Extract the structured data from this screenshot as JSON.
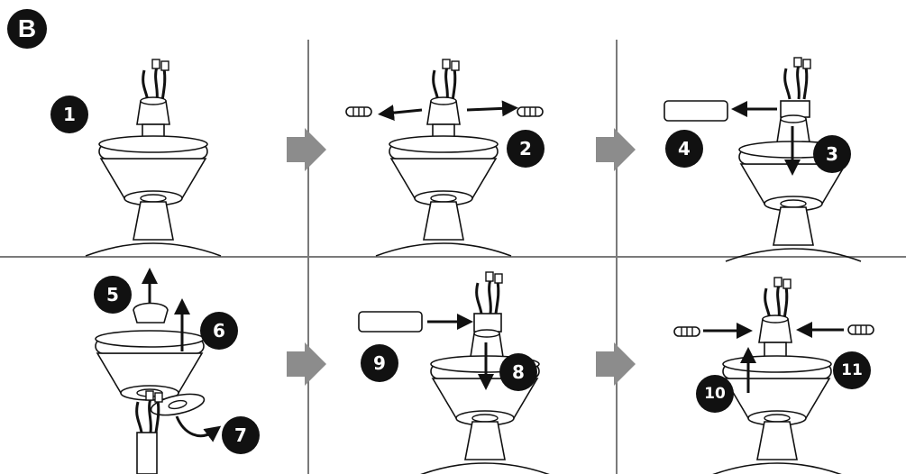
{
  "section": {
    "label": "B"
  },
  "steps": {
    "s1": "1",
    "s2": "2",
    "s3": "3",
    "s4": "4",
    "s5": "5",
    "s6": "6",
    "s7": "7",
    "s8": "8",
    "s9": "9",
    "s10": "10",
    "s11": "11"
  },
  "colors": {
    "ink": "#111111",
    "divider": "#7a7a7a",
    "flow_arrow": "#8c8c8c",
    "background": "#ffffff"
  }
}
